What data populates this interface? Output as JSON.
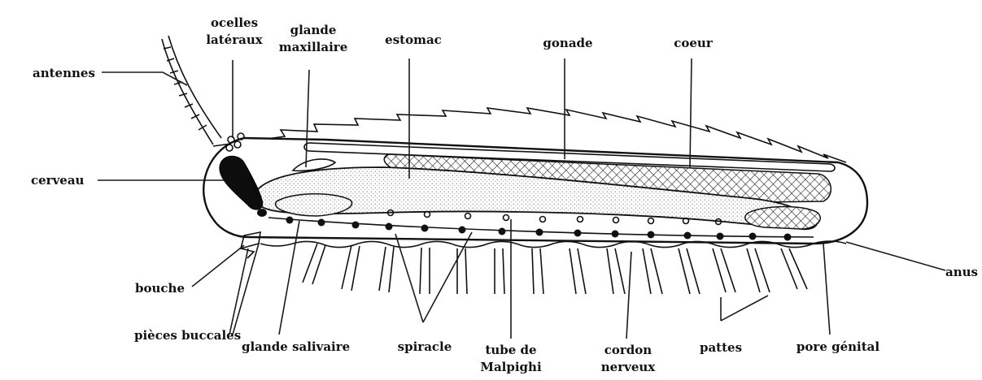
{
  "labels": {
    "antennes": "antennes",
    "ocelles_line1": "ocelles",
    "ocelles_line2": "latéraux",
    "glande_max_line1": "glande",
    "glande_max_line2": "maxillaire",
    "estomac": "estomac",
    "gonade": "gonade",
    "coeur": "coeur",
    "cerveau": "cerveau",
    "bouche": "bouche",
    "pieces_buccales": "pièces buccales",
    "glande_salivaire": "glande salivaire",
    "spiracle": "spiracle",
    "tube_line1": "tube de",
    "tube_line2": "Malpighi",
    "cordon_line1": "cordon",
    "cordon_line2": "nerveux",
    "pattes": "pattes",
    "pore_genital": "pore génital",
    "anus": "anus"
  },
  "colors": {
    "ink": "#111111",
    "background": "#ffffff",
    "stipple": "#9a9a9a",
    "brain": "#0d0d0d"
  }
}
